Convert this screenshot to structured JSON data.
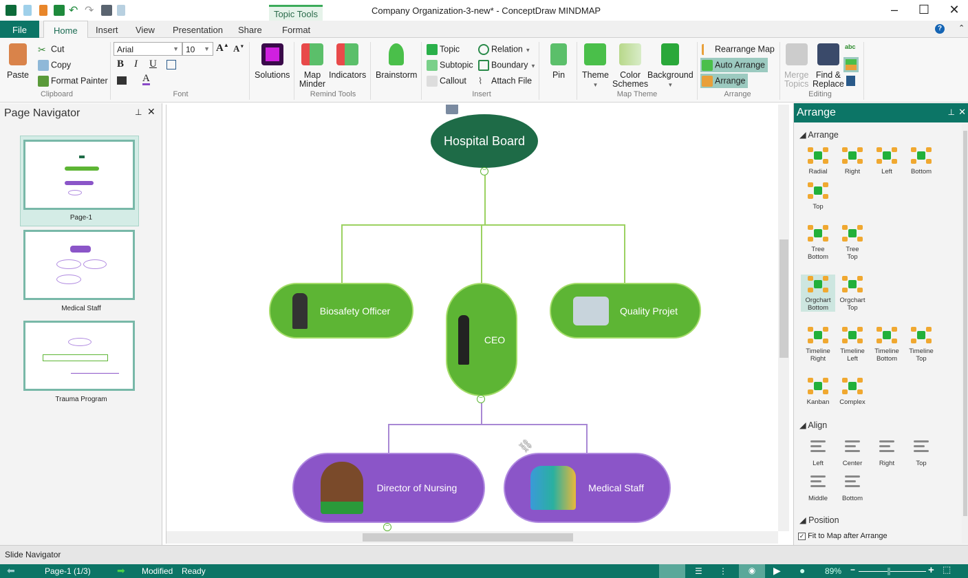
{
  "window": {
    "title": "Company  Organization-3-new* - ConceptDraw MINDMAP",
    "context_tab": "Topic Tools"
  },
  "tabs": [
    "File",
    "Home",
    "Insert",
    "View",
    "Presentation",
    "Share",
    "Format"
  ],
  "ribbon": {
    "clipboard": {
      "paste": "Paste",
      "cut": "Cut",
      "copy": "Copy",
      "format_painter": "Format Painter",
      "group": "Clipboard"
    },
    "font": {
      "family": "Arial",
      "size": "10",
      "bold": "B",
      "italic": "I",
      "underline": "U",
      "group": "Font"
    },
    "solutions": "Solutions",
    "remind": {
      "map_minder_1": "Map",
      "map_minder_2": "Minder",
      "indicators": "Indicators",
      "group": "Remind Tools"
    },
    "brainstorm": "Brainstorm",
    "insert": {
      "topic": "Topic",
      "subtopic": "Subtopic",
      "callout": "Callout",
      "relation": "Relation",
      "boundary": "Boundary",
      "attach": "Attach  File",
      "group": "Insert"
    },
    "pin": "Pin",
    "map_theme": {
      "theme": "Theme",
      "color_1": "Color",
      "color_2": "Schemes",
      "background": "Background",
      "group": "Map Theme"
    },
    "arrange": {
      "rearrange": "Rearrange Map",
      "auto": "Auto Arrange",
      "arrange": "Arrange",
      "group": "Arrange"
    },
    "editing": {
      "merge_1": "Merge",
      "merge_2": "Topics",
      "find_1": "Find &",
      "find_2": "Replace",
      "group": "Editing"
    }
  },
  "page_navigator": {
    "title": "Page Navigator",
    "pages": [
      "Page-1",
      "Medical Staff",
      "Trauma Program"
    ]
  },
  "map": {
    "root": "Hospital Board",
    "topics": [
      "Biosafety Officer",
      "CEO",
      "Quality Projet"
    ],
    "subtopics": [
      "Director of Nursing",
      "Medical Staff"
    ]
  },
  "arrange_panel": {
    "title": "Arrange",
    "arrange_section": "Arrange",
    "layouts": [
      [
        "Radial",
        ""
      ],
      [
        "Right",
        ""
      ],
      [
        "Left",
        ""
      ],
      [
        "Bottom",
        ""
      ],
      [
        "Top",
        ""
      ],
      [
        "Tree",
        "Bottom"
      ],
      [
        "Tree",
        "Top"
      ],
      [
        "Orgchart",
        "Bottom"
      ],
      [
        "Orgchart",
        "Top"
      ],
      [
        "Timeline",
        "Right"
      ],
      [
        "Timeline",
        "Left"
      ],
      [
        "Timeline",
        "Bottom"
      ],
      [
        "Timeline",
        "Top"
      ],
      [
        "Kanban",
        ""
      ],
      [
        "Complex",
        ""
      ]
    ],
    "align_section": "Align",
    "align": [
      "Left",
      "Center",
      "Right",
      "Top",
      "Middle",
      "Bottom"
    ],
    "position_section": "Position",
    "fit_to_map": "Fit to Map after Arrange",
    "fit_checked": true
  },
  "slide_navigator": "Slide Navigator",
  "status": {
    "page": "Page-1 (1/3)",
    "modified": "Modified",
    "ready": "Ready",
    "zoom": "89%",
    "zoom_value": 89
  },
  "colors": {
    "teal": "#0c7566",
    "green": "#5db534",
    "purple": "#8b55c8",
    "root": "#1e6b47"
  }
}
